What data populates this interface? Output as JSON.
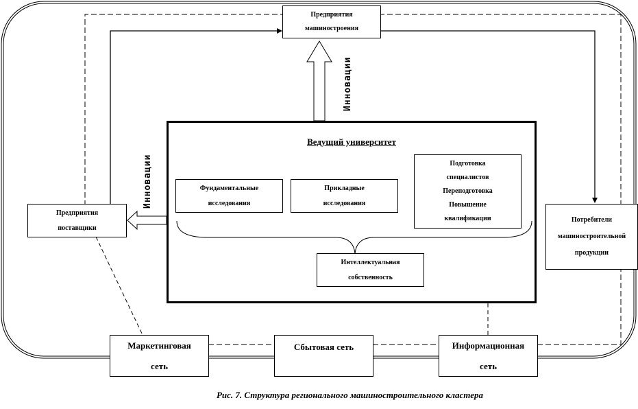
{
  "diagram": {
    "nodes": {
      "machinery_enterprises": [
        "Предприятия",
        "машиностроения"
      ],
      "leading_university": "Ведущий университет",
      "fundamental_research": [
        "Фундаментальные",
        "исследования"
      ],
      "applied_research": [
        "Прикладные",
        "исследования"
      ],
      "training": [
        "Подготовка",
        "специалистов",
        "Переподготовка",
        "Повышение",
        "квалификации"
      ],
      "intellectual_property": [
        "Интеллектуальная",
        "собственность"
      ],
      "supplier_enterprises": [
        "Предприятия",
        "поставщики"
      ],
      "machinery_consumers": [
        "Потребители",
        "машиностроительной",
        "продукции"
      ],
      "marketing_network": [
        "Маркетинговая",
        "сеть"
      ],
      "sales_network": [
        "Сбытовая сеть"
      ],
      "information_network": [
        "Информационная",
        "сеть"
      ]
    },
    "arrow_labels": {
      "innovations_up": "Инновации",
      "innovations_left": "Инновации"
    },
    "caption": "Рис. 7. Структура регионального машиностроительного кластера"
  }
}
